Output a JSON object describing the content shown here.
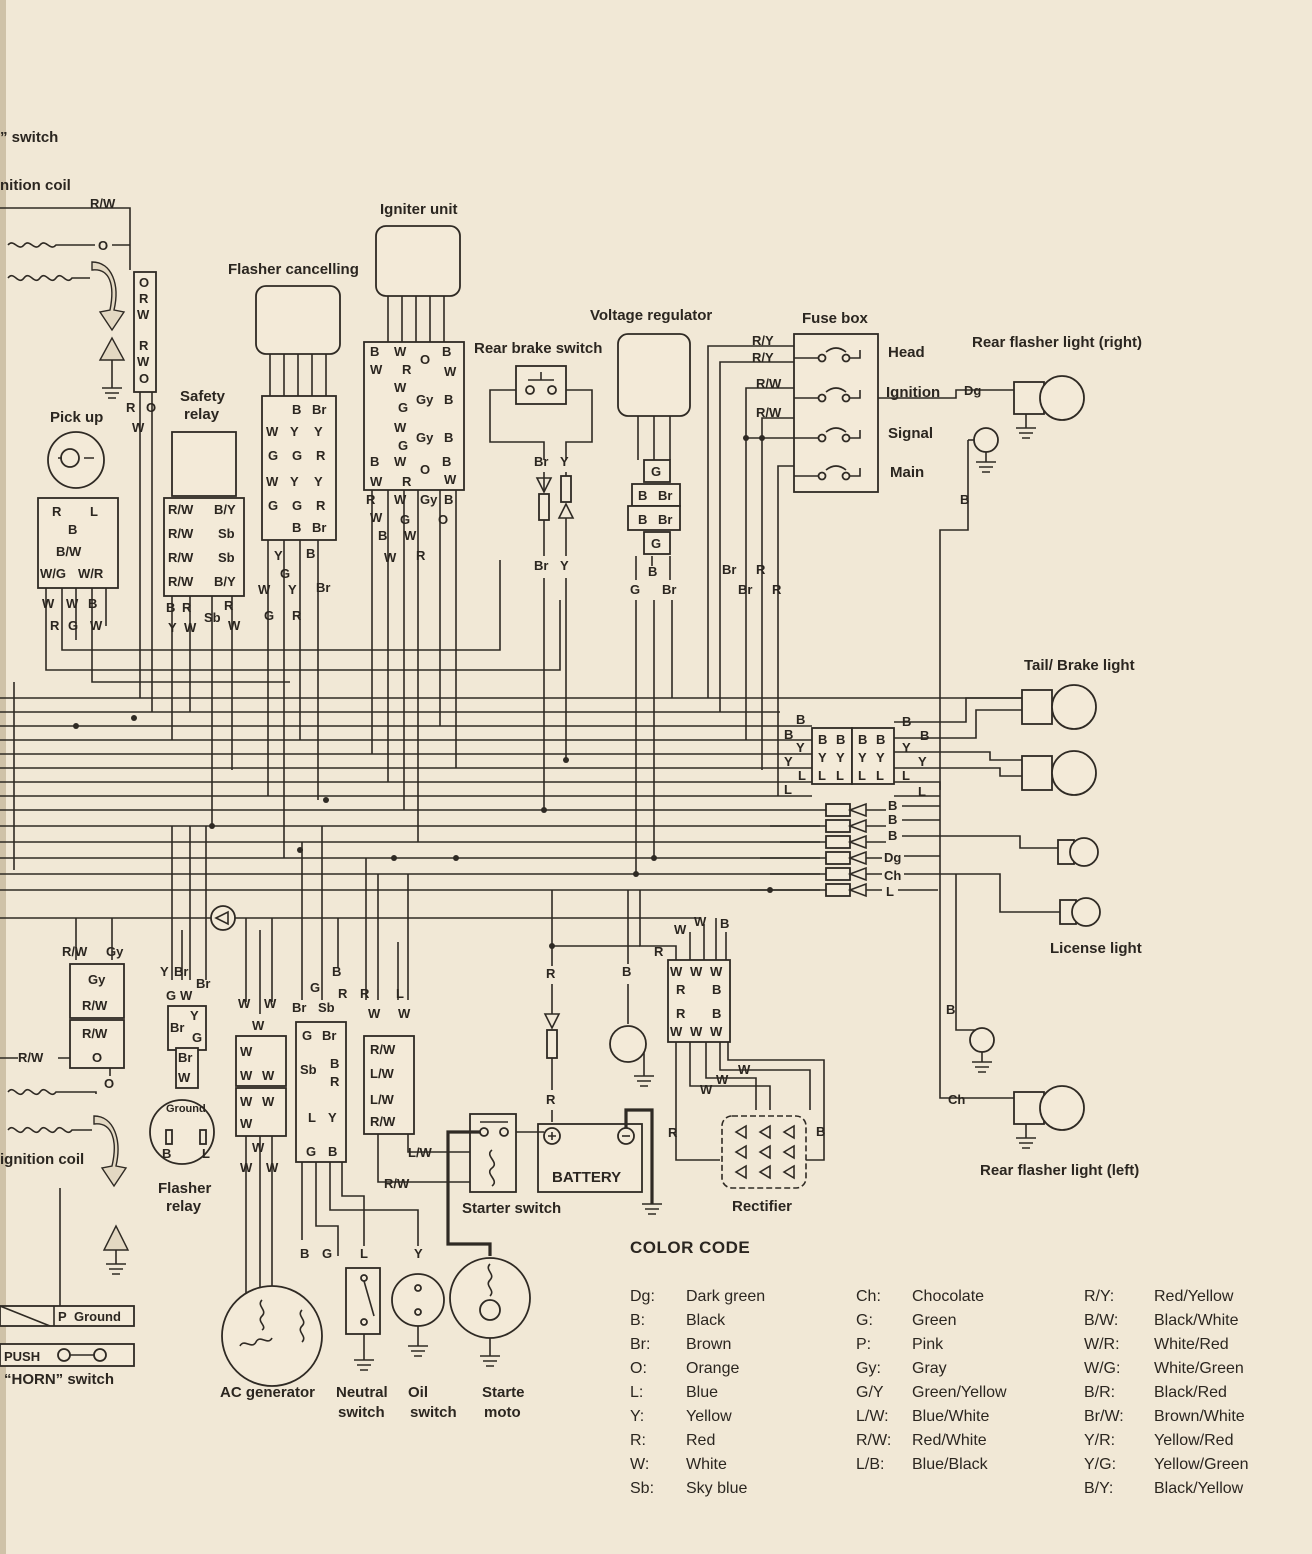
{
  "labels": {
    "switch_top": "” switch",
    "ignition_coil_top": "nition coil",
    "igniter_unit": "Igniter unit",
    "flasher_cancelling": "Flasher cancelling",
    "voltage_regulator": "Voltage regulator",
    "fuse_box": "Fuse box",
    "rear_brake_switch": "Rear brake switch",
    "rear_flasher_right": "Rear flasher light (right)",
    "safety_relay_1": "Safety",
    "safety_relay_2": "relay",
    "pick_up": "Pick up",
    "tail_brake_light": "Tail/ Brake light",
    "license_light": "License light",
    "rear_flasher_left": "Rear flasher light (left)",
    "rectifier": "Rectifier",
    "battery": "BATTERY",
    "starter_switch": "Starter switch",
    "ignition_coil_bottom": "ignition coil",
    "flasher_relay_1": "Flasher",
    "flasher_relay_2": "relay",
    "ground_small": "Ground",
    "ac_generator": "AC generator",
    "neutral_switch_1": "Neutral",
    "neutral_switch_2": "switch",
    "oil_switch_1": "Oil",
    "oil_switch_2": "switch",
    "starter_motor_1": "Starte",
    "starter_motor_2": "moto",
    "horn_switch": "“HORN” switch",
    "push": "PUSH",
    "p": "P",
    "ground": "Ground"
  },
  "fuses": [
    "Head",
    "Ignition",
    "Signal",
    "Main"
  ],
  "wires": {
    "rw": "R/W",
    "o": "O",
    "ry": "R/Y",
    "dg": "Dg",
    "b": "B",
    "br": "Br",
    "y": "Y",
    "g": "G",
    "r": "R",
    "w": "W",
    "gy": "Gy",
    "l": "L",
    "ch": "Ch",
    "sb": "Sb",
    "lw": "L/W",
    "bw": "B/W",
    "wg": "W/G",
    "wr": "W/R",
    "by": "B/Y"
  },
  "color_code": {
    "title": "COLOR CODE",
    "columns": [
      [
        {
          "code": "Dg:",
          "name": "Dark green"
        },
        {
          "code": "B:",
          "name": "Black"
        },
        {
          "code": "Br:",
          "name": "Brown"
        },
        {
          "code": "O:",
          "name": "Orange"
        },
        {
          "code": "L:",
          "name": "Blue"
        },
        {
          "code": "Y:",
          "name": "Yellow"
        },
        {
          "code": "R:",
          "name": "Red"
        },
        {
          "code": "W:",
          "name": "White"
        },
        {
          "code": "Sb:",
          "name": "Sky blue"
        }
      ],
      [
        {
          "code": "Ch:",
          "name": "Chocolate"
        },
        {
          "code": "G:",
          "name": "Green"
        },
        {
          "code": "P:",
          "name": "Pink"
        },
        {
          "code": "Gy:",
          "name": "Gray"
        },
        {
          "code": "G/Y",
          "name": "Green/Yellow"
        },
        {
          "code": "L/W:",
          "name": "Blue/White"
        },
        {
          "code": "R/W:",
          "name": "Red/White"
        },
        {
          "code": "L/B:",
          "name": "Blue/Black"
        }
      ],
      [
        {
          "code": "R/Y:",
          "name": "Red/Yellow"
        },
        {
          "code": "B/W:",
          "name": "Black/White"
        },
        {
          "code": "W/R:",
          "name": "White/Red"
        },
        {
          "code": "W/G:",
          "name": "White/Green"
        },
        {
          "code": "B/R:",
          "name": "Black/Red"
        },
        {
          "code": "Br/W:",
          "name": "Brown/White"
        },
        {
          "code": "Y/R:",
          "name": "Yellow/Red"
        },
        {
          "code": "Y/G:",
          "name": "Yellow/Green"
        },
        {
          "code": "B/Y:",
          "name": "Black/Yellow"
        }
      ]
    ]
  }
}
